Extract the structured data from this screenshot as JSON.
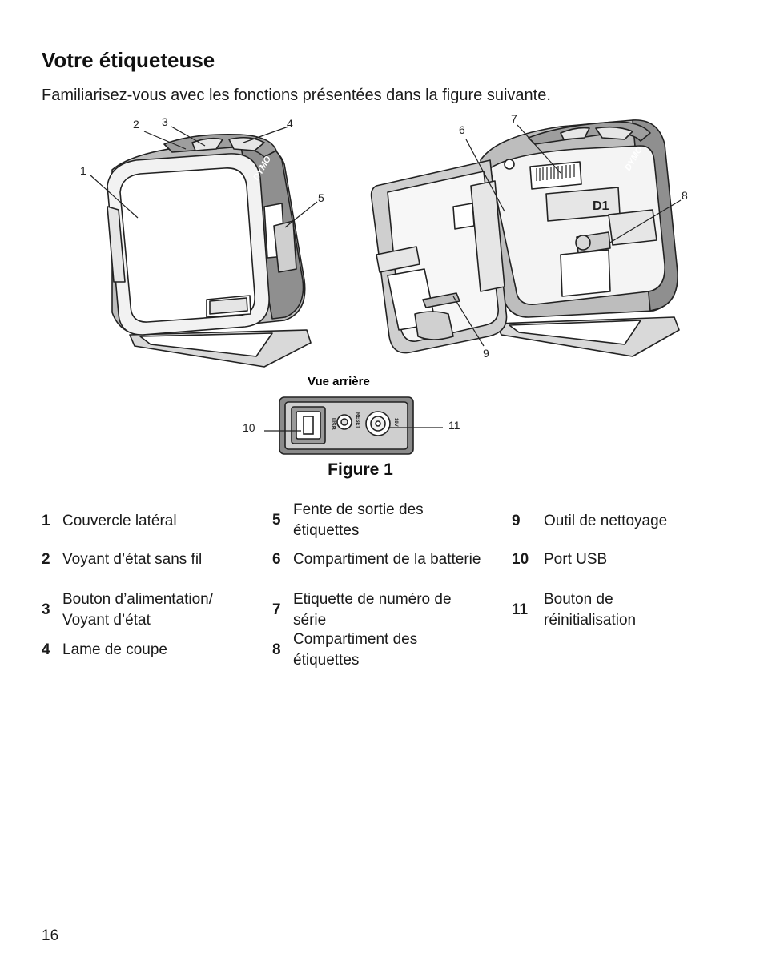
{
  "page": {
    "title": "Votre étiqueteuse",
    "intro": "Familiarisez-vous avec les fonctions présentées dans la figure suivante.",
    "page_number": "16"
  },
  "figure": {
    "callouts": [
      "1",
      "2",
      "3",
      "4",
      "5",
      "6",
      "7",
      "8",
      "9",
      "10",
      "11"
    ],
    "rear_view_label": "Vue arrière",
    "caption": "Figure 1",
    "device_text": {
      "brand": "DYMO",
      "cassette": "D1",
      "port_usb": "USB",
      "port_reset": "RESET",
      "port_power": "19V"
    }
  },
  "legend": [
    {
      "num": "1",
      "text": "Couvercle latéral"
    },
    {
      "num": "2",
      "text": "Voyant d’état sans fil"
    },
    {
      "num": "3",
      "text": "Bouton d’alimentation/ Voyant d’état"
    },
    {
      "num": "4",
      "text": "Lame de coupe"
    },
    {
      "num": "5",
      "text": "Fente de sortie des étiquettes"
    },
    {
      "num": "6",
      "text": "Compartiment de la batterie"
    },
    {
      "num": "7",
      "text": "Etiquette de numéro de série"
    },
    {
      "num": "8",
      "text": "Compartiment des étiquettes"
    },
    {
      "num": "9",
      "text": "Outil de nettoyage"
    },
    {
      "num": "10",
      "text": "Port USB"
    },
    {
      "num": "11",
      "text": "Bouton de réinitialisation"
    }
  ]
}
